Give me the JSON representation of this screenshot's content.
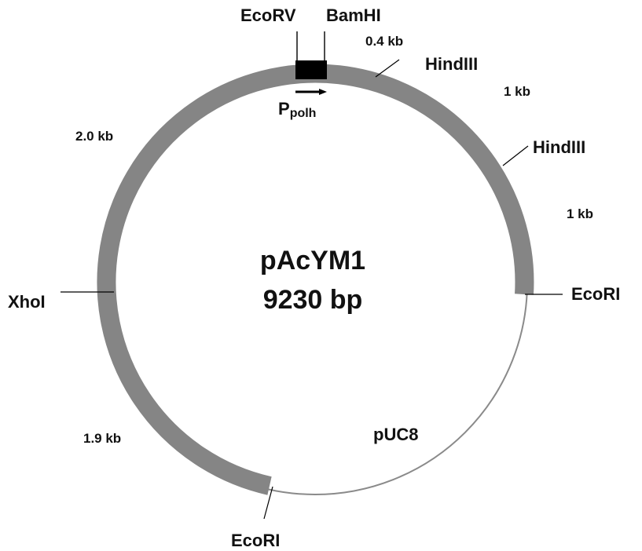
{
  "plasmid": {
    "name": "pAcYM1",
    "size": "9230 bp"
  },
  "sites": {
    "ecorv": "EcoRV",
    "bamhi": "BamHI",
    "hindiii_1": "HindIII",
    "hindiii_2": "HindIII",
    "ecori_right": "EcoRI",
    "ecori_bottom": "EcoRI",
    "xhoi": "XhoI"
  },
  "segments": {
    "seg_04": "0.4 kb",
    "seg_1a": "1 kb",
    "seg_1b": "1 kb",
    "seg_20": "2.0 kb",
    "seg_19": "1.9 kb",
    "vector": "pUC8"
  },
  "promoter": {
    "main": "P",
    "sub": "polh"
  },
  "colors": {
    "insert": "#858585",
    "backbone": "#8a8a8a",
    "polylinker": "#000000",
    "text": "#111111"
  }
}
